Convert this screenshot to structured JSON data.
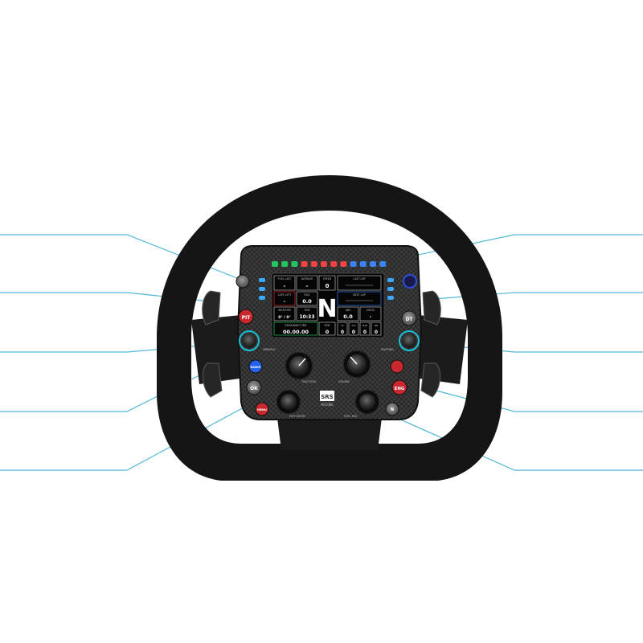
{
  "colors": {
    "callout_line": "#4fb6d8",
    "rim": "#151515",
    "plate": "#2a2a2a",
    "rpm_leds": [
      "#22c55e",
      "#22c55e",
      "#22c55e",
      "#ef4444",
      "#ef4444",
      "#ef4444",
      "#ef4444",
      "#ef4444",
      "#3b82f6",
      "#3b82f6",
      "#3b82f6",
      "#3b82f6"
    ],
    "side_leds": "#3ba7ff",
    "button_red": "#c8282e",
    "button_blue": "#2563eb",
    "button_grey": "#8a8a8a",
    "knob_ring": "#19c2d8"
  },
  "buttons": {
    "pit": "PIT",
    "dt": "DT",
    "ok": "OK",
    "eng": "ENG",
    "radio": "RADIO",
    "menu": "MENU",
    "neutral_btn": "N"
  },
  "knob_labels": {
    "left_small": "BRKBIAS",
    "right_small": "MAPPING",
    "left_big": "TRACTION",
    "right_big": "ENGINE",
    "bottom_left": "DIFF ENTRY",
    "bottom_right": "FUEL MIX"
  },
  "brand": {
    "logo_text": "RACING",
    "logo_mark": "SRS"
  },
  "display": {
    "fuel_last_label": "FUEL LAST",
    "fuel_last_value": "-",
    "average_label": "AVERAGE",
    "average_value": "-",
    "speed_label": "SPEED",
    "speed_value": "0",
    "last_lap_label": "LAST LAP",
    "laps_left_label": "LAPS LEFT",
    "laps_left_value": "-",
    "fuel_label": "FUEL",
    "fuel_value": "0.0",
    "best_lap_label": "BEST LAP",
    "weather_label": "WEATHER",
    "weather_value": "0° / 0°",
    "time_label": "TIME",
    "time_value": "10:33",
    "gear": "N",
    "abs_label": "ABS",
    "abs_value": "0.0",
    "delta_label": "DELTA",
    "delta_value": "-",
    "remaining_label": "REMAINING TIME",
    "remaining_value": "00.00.00",
    "rpm_label": "RPM",
    "rpm_value": "0",
    "tc_label": "TC",
    "tc_value": "0",
    "tc2_label": "TC2",
    "tc2_value": "0",
    "map_label": "MAP",
    "map_value": "0",
    "bb_label": "BB",
    "bb_value": "0"
  }
}
